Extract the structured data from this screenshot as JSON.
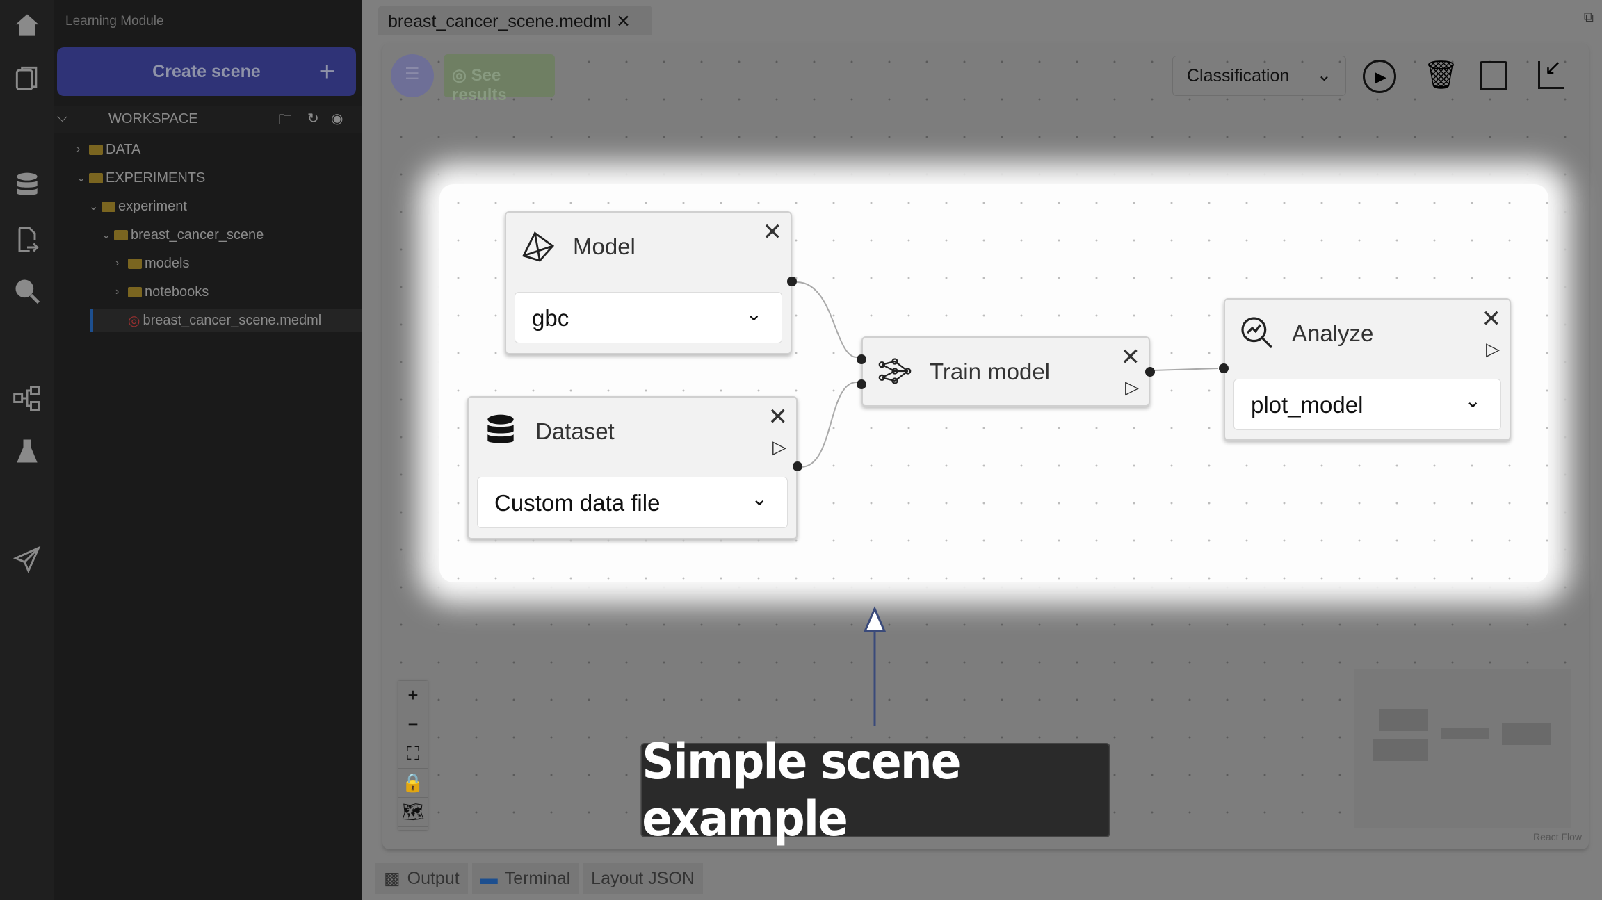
{
  "sidebar": {
    "module_title": "Learning Module",
    "create_label": "Create scene",
    "workspace_label": "WORKSPACE",
    "tree": [
      "DATA",
      "EXPERIMENTS",
      "experiment",
      "breast_cancer_scene",
      "models",
      "notebooks",
      "breast_cancer_scene.medml"
    ]
  },
  "tab": {
    "label": "breast_cancer_scene.medml"
  },
  "toolbar": {
    "see_results": "See results",
    "ml_type": "Classification"
  },
  "nodes": {
    "model": {
      "title": "Model",
      "value": "gbc"
    },
    "dataset": {
      "title": "Dataset",
      "value": "Custom data file"
    },
    "train": {
      "title": "Train model"
    },
    "analyze": {
      "title": "Analyze",
      "value": "plot_model"
    }
  },
  "caption": "Simple scene example",
  "attribution": "React Flow",
  "bottom_tabs": [
    "Output",
    "Terminal",
    "Layout JSON"
  ]
}
